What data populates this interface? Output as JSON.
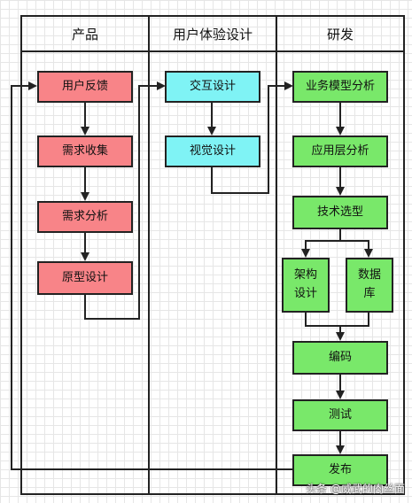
{
  "lanes": [
    "产品",
    "用户体验设计",
    "研发"
  ],
  "nodes": {
    "user_feedback": "用户反馈",
    "requirement_collection": "需求收集",
    "requirement_analysis": "需求分析",
    "prototype_design": "原型设计",
    "interaction_design": "交互设计",
    "visual_design": "视觉设计",
    "business_model_analysis": "业务模型分析",
    "application_layer_analysis": "应用层分析",
    "tech_selection": "技术选型",
    "architecture_design": "架构\n设计",
    "database": "数据\n库",
    "coding": "编码",
    "testing": "测试",
    "release": "发布"
  },
  "watermark": "头条 @威武的肉丝面",
  "colors": {
    "product_node": "#f88488",
    "ux_node": "#7ff3f5",
    "dev_node": "#79e86a",
    "line": "#222222"
  }
}
